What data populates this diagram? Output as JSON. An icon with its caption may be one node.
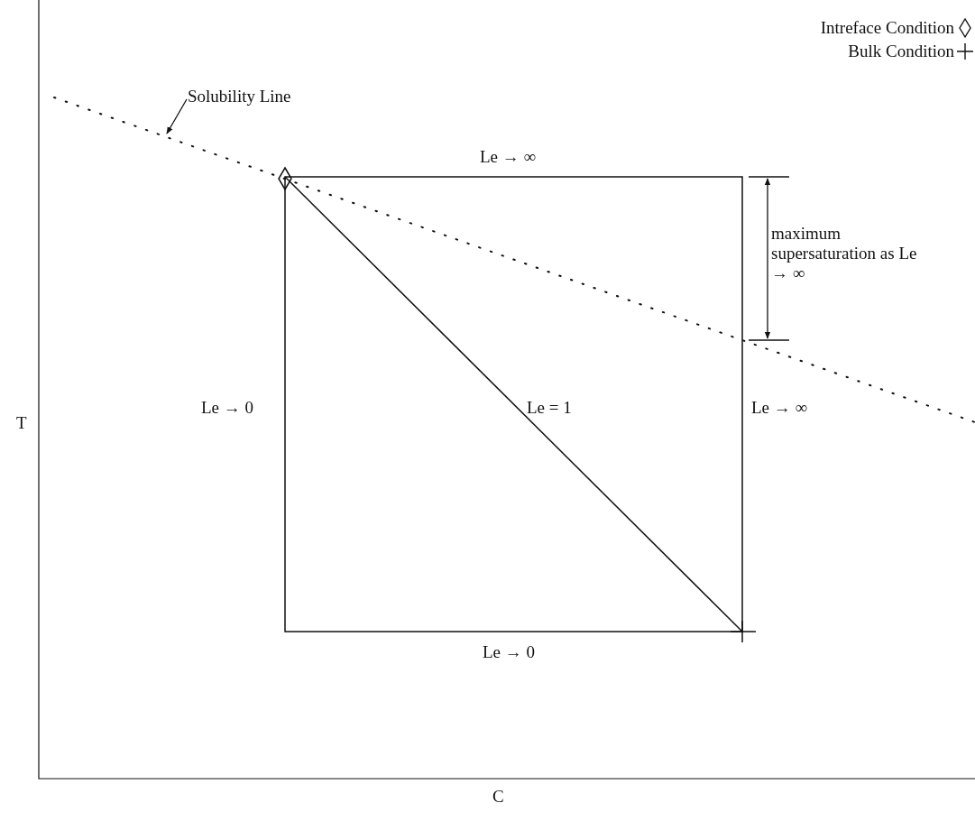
{
  "diagram": {
    "nodes": [
      {
        "text": [
          "Solubility Line"
        ]
      },
      {
        "text": [],
        "shape": "line"
      }
    ],
    "edges": [
      {
        "from": 0,
        "to": 1,
        "arrow": "to"
      }
    ],
    "labels": [
      "Le → ∞",
      "maximum supersaturation as Le → ∞",
      "Le → 0",
      "Le = 1",
      "Le → ∞",
      "Le → 0",
      "T",
      "C"
    ],
    "legend": [
      {
        "text": "Intreface Condition"
      },
      {
        "text": "Bulk Condition"
      }
    ]
  }
}
